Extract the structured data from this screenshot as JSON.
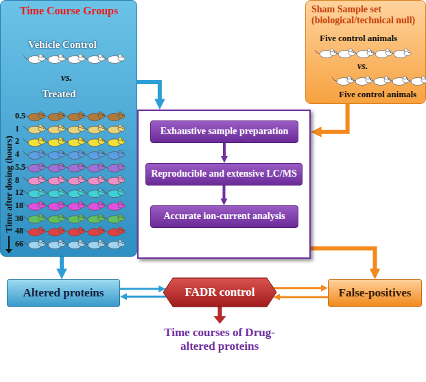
{
  "diagram": {
    "nodes": [
      {
        "text": [
          "Time Course Groups",
          "Vehicle Control",
          "vs.",
          "Treated",
          "Time after dosing (hours)",
          "0.5",
          "1",
          "2",
          "4",
          "5.5",
          "8",
          "12",
          "18",
          "30",
          "48",
          "66"
        ]
      },
      {
        "text": [
          "Sham Sample set (biological/technical null)",
          "Five control animals",
          "vs.",
          "Five control animals"
        ]
      },
      {
        "text": []
      },
      {
        "text": [
          "Exhaustive sample preparation"
        ],
        "in": 2
      },
      {
        "text": [
          "Reproducible and extensive LC/MS"
        ],
        "in": 2
      },
      {
        "text": [
          "Accurate ion-current analysis"
        ],
        "in": 2
      },
      {
        "text": [
          "Altered proteins"
        ]
      },
      {
        "text": [
          "FADR control"
        ]
      },
      {
        "text": [
          "False-positives"
        ]
      }
    ],
    "edges": [
      {
        "from": 0,
        "to": 2,
        "arrow": "to"
      },
      {
        "from": 1,
        "to": 2,
        "arrow": "to"
      },
      {
        "from": 3,
        "to": 4,
        "arrow": "to"
      },
      {
        "from": 4,
        "to": 5,
        "arrow": "to"
      },
      {
        "from": 0,
        "to": 6,
        "arrow": "to"
      },
      {
        "from": 2,
        "to": 8,
        "arrow": "to"
      },
      {
        "from": 6,
        "to": 7,
        "arrow": "to"
      },
      {
        "from": 7,
        "to": 6,
        "arrow": "to"
      },
      {
        "from": 7,
        "to": 8,
        "arrow": "to"
      },
      {
        "from": 8,
        "to": 7,
        "arrow": "to"
      }
    ],
    "labels": [
      "Time courses of Drug-altered proteins"
    ]
  }
}
